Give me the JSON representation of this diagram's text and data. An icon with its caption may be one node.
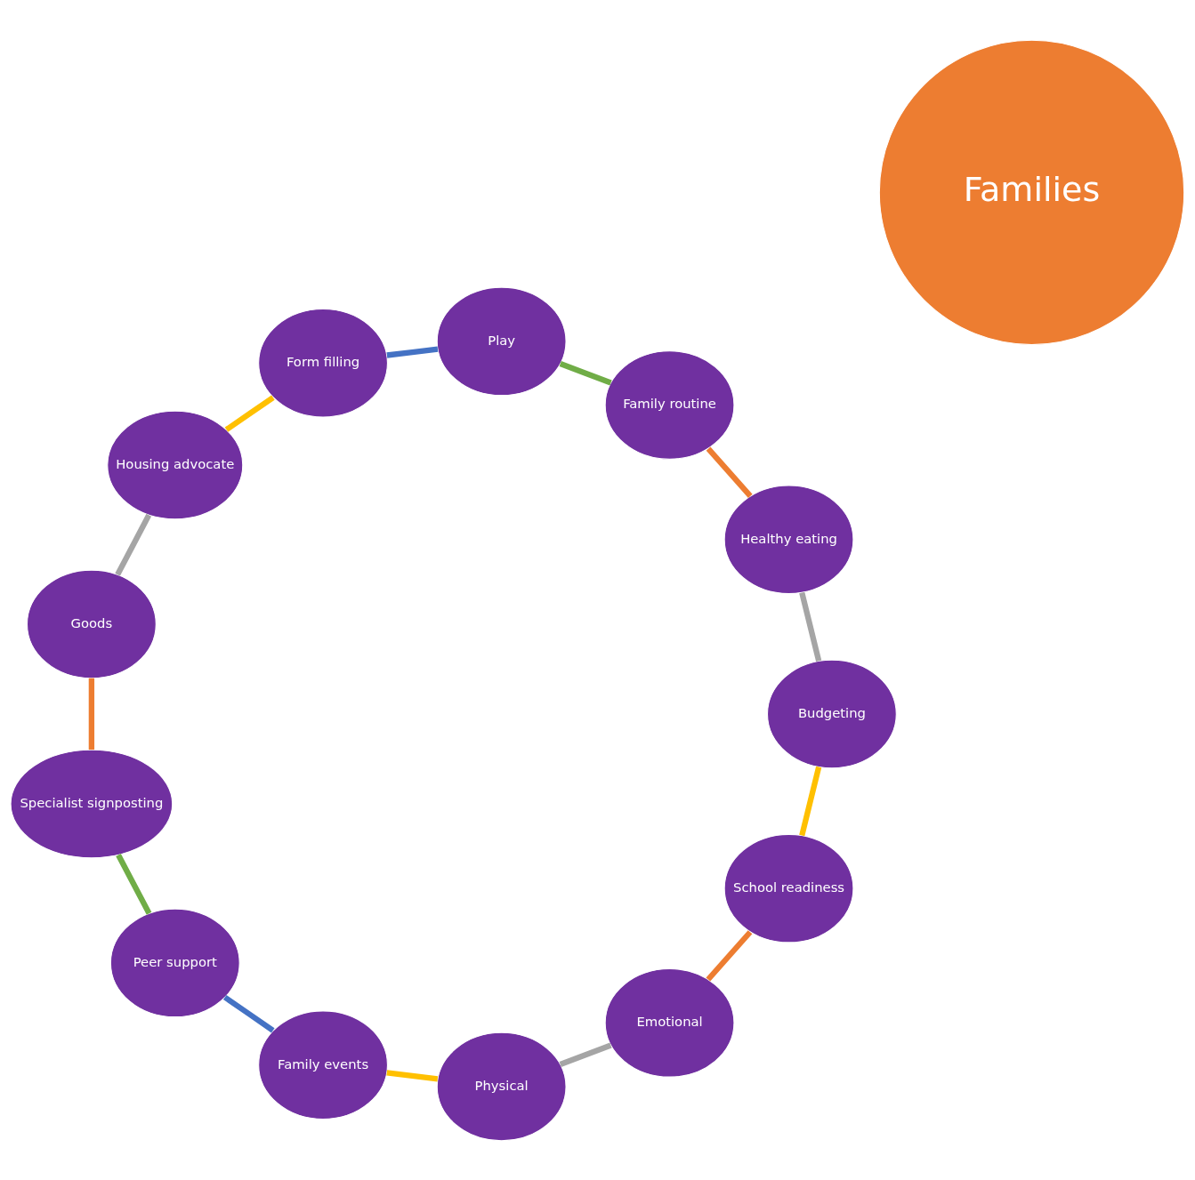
{
  "diagram": {
    "nodes": [
      {
        "text": [
          "Families"
        ]
      },
      {
        "text": [
          "School readiness"
        ]
      },
      {
        "text": [
          "Emotional"
        ]
      },
      {
        "text": [
          "Physical"
        ]
      },
      {
        "text": [
          "Family events"
        ]
      },
      {
        "text": [
          "Peer support"
        ]
      },
      {
        "text": [
          "Specialist signposting"
        ]
      },
      {
        "text": [
          "Goods"
        ]
      },
      {
        "text": [
          "Housing advocate"
        ]
      },
      {
        "text": [
          "Form filling"
        ]
      },
      {
        "text": [
          "Play"
        ]
      },
      {
        "text": [
          "Family routine"
        ]
      },
      {
        "text": [
          "Healthy eating"
        ]
      },
      {
        "text": [
          "Budgeting"
        ]
      }
    ],
    "edges": [
      {
        "from": 1,
        "to": 2,
        "arrow": "none",
        "color": "#ed7d31"
      },
      {
        "from": 2,
        "to": 3,
        "arrow": "none",
        "color": "#a5a5a5"
      },
      {
        "from": 3,
        "to": 4,
        "arrow": "none",
        "color": "#ffc000"
      },
      {
        "from": 4,
        "to": 5,
        "arrow": "none",
        "color": "#4472c4"
      },
      {
        "from": 5,
        "to": 6,
        "arrow": "none",
        "color": "#70ad47"
      },
      {
        "from": 6,
        "to": 7,
        "arrow": "none",
        "color": "#ed7d31"
      },
      {
        "from": 7,
        "to": 8,
        "arrow": "none",
        "color": "#a5a5a5"
      },
      {
        "from": 8,
        "to": 9,
        "arrow": "none",
        "color": "#ffc000"
      },
      {
        "from": 9,
        "to": 10,
        "arrow": "none",
        "color": "#4472c4"
      },
      {
        "from": 10,
        "to": 11,
        "arrow": "none",
        "color": "#70ad47"
      },
      {
        "from": 11,
        "to": 12,
        "arrow": "none",
        "color": "#ed7d31"
      },
      {
        "from": 12,
        "to": 13,
        "arrow": "none",
        "color": "#a5a5a5"
      },
      {
        "from": 13,
        "to": 1,
        "arrow": "none",
        "color": "#ffc000"
      }
    ]
  }
}
